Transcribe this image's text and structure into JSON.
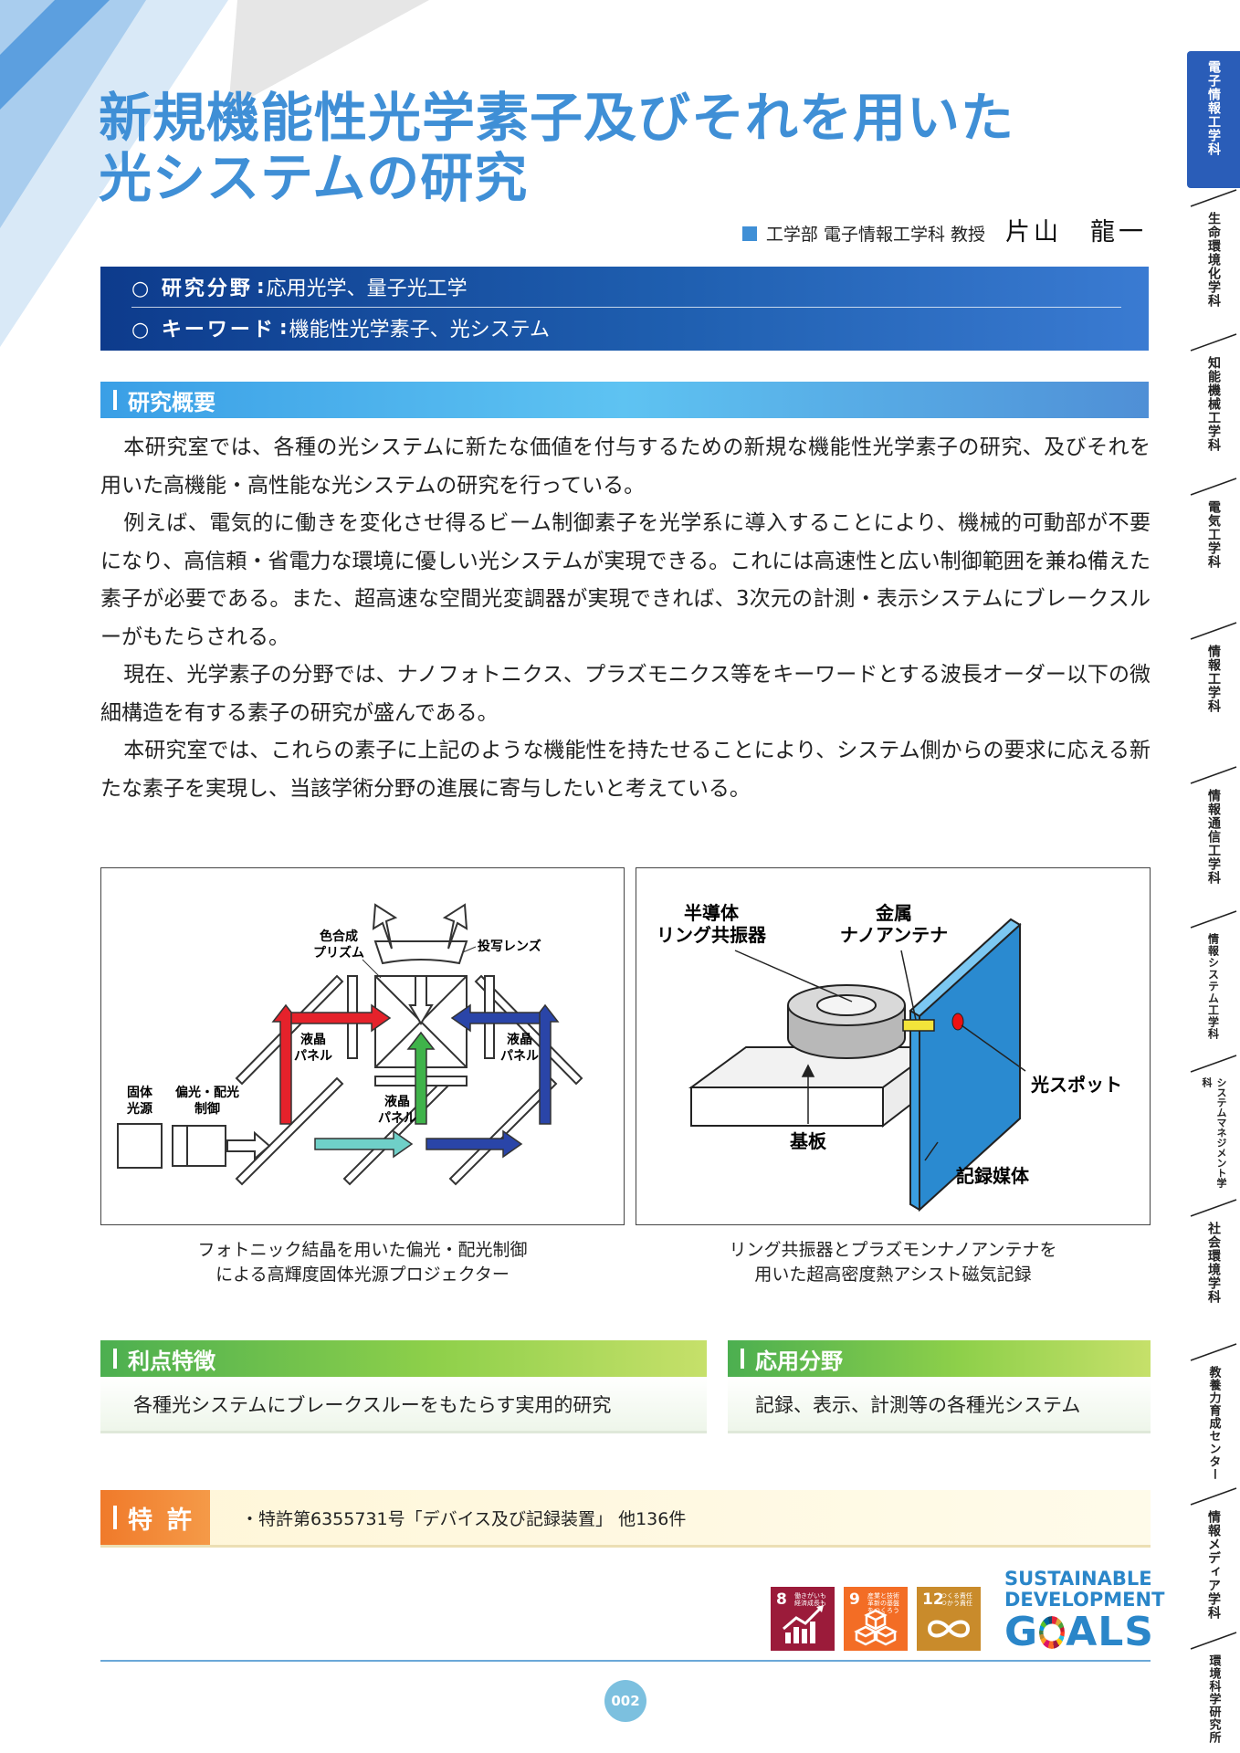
{
  "title": {
    "line1": "新規機能性光学素子及びそれを用いた",
    "line2": "光システムの研究"
  },
  "author": {
    "affiliation": "工学部 電子情報工学科 教授",
    "name": "片山　龍一"
  },
  "fields": {
    "research_label": "○ 研究分野",
    "research_value": "応用光学、量子光工学",
    "keyword_label": "○ キーワード",
    "keyword_value": "機能性光学素子、光システム",
    "separator": ":"
  },
  "overview": {
    "heading": "研究概要",
    "paragraphs": [
      "本研究室では、各種の光システムに新たな価値を付与するための新規な機能性光学素子の研究、及びそれを用いた高機能・高性能な光システムの研究を行っている。",
      "例えば、電気的に働きを変化させ得るビーム制御素子を光学系に導入することにより、機械的可動部が不要になり、高信頼・省電力な環境に優しい光システムが実現できる。これには高速性と広い制御範囲を兼ね備えた素子が必要である。また、超高速な空間光変調器が実現できれば、3次元の計測・表示システムにブレークスルーがもたらされる。",
      "現在、光学素子の分野では、ナノフォトニクス、プラズモニクス等をキーワードとする波長オーダー以下の微細構造を有する素子の研究が盛んである。",
      "本研究室では、これらの素子に上記のような機能性を持たせることにより、システム側からの要求に応える新たな素子を実現し、当該学術分野の進展に寄与したいと考えている。"
    ]
  },
  "figure1": {
    "labels": {
      "prism": [
        "色合成",
        "プリズム"
      ],
      "lens": "投写レンズ",
      "panel_left": [
        "液晶",
        "パネル"
      ],
      "panel_right": [
        "液晶",
        "パネル"
      ],
      "panel_center": [
        "液晶",
        "パネル"
      ],
      "source": [
        "固体",
        "光源"
      ],
      "polarizer": [
        "偏光・配光",
        "制御"
      ]
    },
    "caption": [
      "フォトニック結晶を用いた偏光・配光制御",
      "による高輝度固体光源プロジェクター"
    ]
  },
  "figure2": {
    "labels": {
      "semiconductor": [
        "半導体",
        "リング共振器"
      ],
      "metal": [
        "金属",
        "ナノアンテナ"
      ],
      "spot": "光スポット",
      "substrate": "基板",
      "medium": "記録媒体"
    },
    "caption": [
      "リング共振器とプラズモンナノアンテナを",
      "用いた超高密度熱アシスト磁気記録"
    ]
  },
  "advantages": {
    "heading": "利点特徴",
    "text": "各種光システムにブレークスルーをもたらす実用的研究"
  },
  "applications": {
    "heading": "応用分野",
    "text": "記録、表示、計測等の各種光システム"
  },
  "patent": {
    "heading": "特許",
    "text": "・特許第6355731号「デバイス及び記録装置」 他136件"
  },
  "sdgs": {
    "icons": [
      {
        "num": "8",
        "caption": "働きがいも経済成長も",
        "color": "#9b1b3a",
        "icon": "growth-chart-icon"
      },
      {
        "num": "9",
        "caption": "産業と技術革新の基盤をつくろう",
        "color": "#f36d25",
        "icon": "cubes-icon"
      },
      {
        "num": "12",
        "caption": "つくる責任つかう責任",
        "color": "#c98b2b",
        "icon": "infinity-icon"
      }
    ],
    "logo": {
      "line1": "SUSTAINABLE",
      "line2": "DEVELOPMENT",
      "line3_a": "G",
      "line3_b": "ALS"
    }
  },
  "page_number": "002",
  "sidebar": {
    "items": [
      "電子情報工学科",
      "生命環境化学科",
      "知能機械工学科",
      "電気工学科",
      "情報工学科",
      "情報通信工学科",
      "情報システム工学科",
      "システムマネジメント学科",
      "社会環境学科",
      "教養力育成センター",
      "情報メディア学科",
      "環境科学研究所"
    ],
    "active_index": 0
  },
  "colors": {
    "title": "#3f8fd6",
    "fields_band": "#1f5fb0",
    "overview_band": "#5ec3f2",
    "green_band": "#8ed04a",
    "patent_tag": "#f07a2a"
  }
}
